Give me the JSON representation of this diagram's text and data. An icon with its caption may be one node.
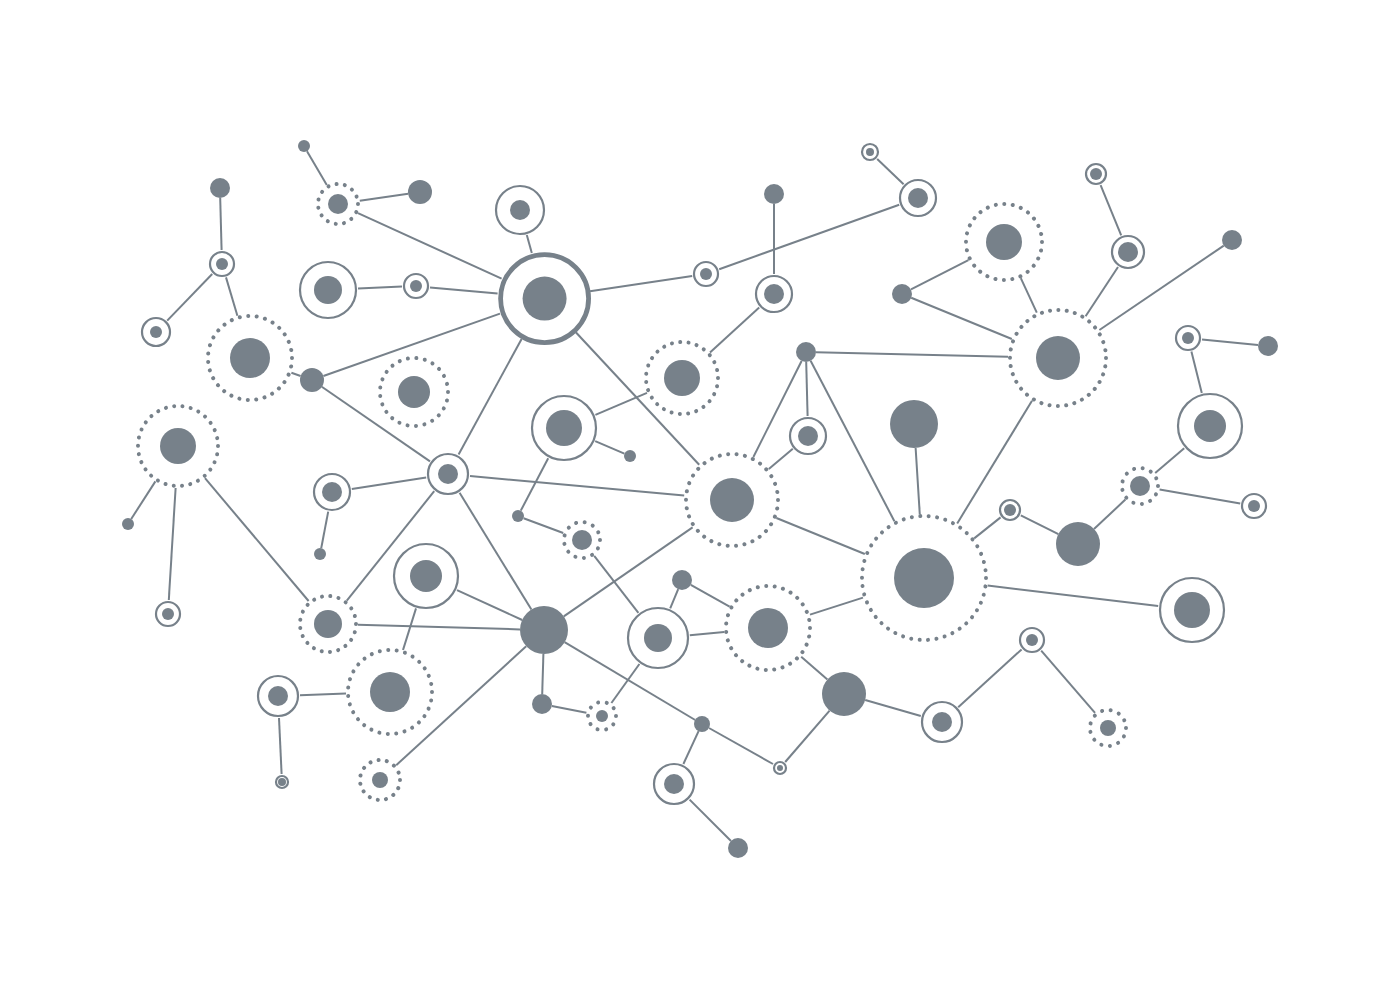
{
  "diagram": {
    "nodes": [
      {
        "text": [],
        "shape": "circle"
      },
      {
        "text": [],
        "shape": "circle"
      },
      {
        "text": [],
        "shape": "circle"
      },
      {
        "text": [],
        "shape": "circle"
      },
      {
        "text": [],
        "shape": "circle"
      },
      {
        "text": [],
        "shape": "circle"
      },
      {
        "text": [],
        "shape": "circle"
      },
      {
        "text": [],
        "shape": "circle"
      },
      {
        "text": [],
        "shape": "circle"
      },
      {
        "text": [],
        "shape": "circle"
      },
      {
        "text": [],
        "shape": "circle"
      },
      {
        "text": [],
        "shape": "circle"
      },
      {
        "text": [],
        "shape": "circle"
      },
      {
        "text": [],
        "shape": "circle"
      },
      {
        "text": [],
        "shape": "circle"
      },
      {
        "text": [],
        "shape": "circle"
      },
      {
        "text": [],
        "shape": "circle"
      },
      {
        "text": [],
        "shape": "circle"
      },
      {
        "text": [],
        "shape": "circle"
      },
      {
        "text": [],
        "shape": "circle"
      },
      {
        "text": [],
        "shape": "circle"
      },
      {
        "text": [],
        "shape": "circle"
      },
      {
        "text": [],
        "shape": "circle"
      },
      {
        "text": [],
        "shape": "circle"
      },
      {
        "text": [],
        "shape": "circle"
      },
      {
        "text": [],
        "shape": "circle"
      },
      {
        "text": [],
        "shape": "circle"
      },
      {
        "text": [],
        "shape": "circle"
      },
      {
        "text": [],
        "shape": "circle"
      },
      {
        "text": [],
        "shape": "circle"
      },
      {
        "text": [],
        "shape": "circle"
      },
      {
        "text": [],
        "shape": "circle"
      },
      {
        "text": [],
        "shape": "circle"
      },
      {
        "text": [],
        "shape": "circle"
      },
      {
        "text": [],
        "shape": "circle"
      },
      {
        "text": [],
        "shape": "circle"
      },
      {
        "text": [],
        "shape": "circle"
      },
      {
        "text": [],
        "shape": "circle"
      },
      {
        "text": [],
        "shape": "circle"
      },
      {
        "text": [],
        "shape": "circle"
      },
      {
        "text": [],
        "shape": "circle"
      },
      {
        "text": [],
        "shape": "circle"
      },
      {
        "text": [],
        "shape": "circle"
      },
      {
        "text": [],
        "shape": "circle"
      },
      {
        "text": [],
        "shape": "circle"
      },
      {
        "text": [],
        "shape": "circle"
      },
      {
        "text": [],
        "shape": "circle"
      },
      {
        "text": [],
        "shape": "circle"
      },
      {
        "text": [],
        "shape": "circle"
      },
      {
        "text": [],
        "shape": "circle"
      },
      {
        "text": [],
        "shape": "circle"
      },
      {
        "text": [],
        "shape": "circle"
      },
      {
        "text": [],
        "shape": "circle"
      },
      {
        "text": [],
        "shape": "circle"
      },
      {
        "text": [],
        "shape": "circle"
      },
      {
        "text": [],
        "shape": "circle"
      },
      {
        "text": [],
        "shape": "circle"
      },
      {
        "text": [],
        "shape": "circle"
      },
      {
        "text": [],
        "shape": "circle"
      },
      {
        "text": [],
        "shape": "circle"
      },
      {
        "text": [],
        "shape": "circle"
      },
      {
        "text": [],
        "shape": "circle"
      },
      {
        "text": [],
        "shape": "circle"
      },
      {
        "text": [],
        "shape": "circle"
      },
      {
        "text": [],
        "shape": "circle"
      },
      {
        "text": [],
        "shape": "circle"
      },
      {
        "text": [],
        "shape": "circle"
      },
      {
        "text": [],
        "shape": "circle"
      }
    ],
    "edges": [
      {
        "from": 0,
        "to": 1,
        "arrow": "none"
      },
      {
        "from": 1,
        "to": 2,
        "arrow": "none"
      },
      {
        "from": 1,
        "to": 11,
        "arrow": "none"
      },
      {
        "from": 3,
        "to": 4,
        "arrow": "none"
      },
      {
        "from": 4,
        "to": 5,
        "arrow": "none"
      },
      {
        "from": 4,
        "to": 6,
        "arrow": "none"
      },
      {
        "from": 6,
        "to": 7,
        "arrow": "none"
      },
      {
        "from": 7,
        "to": 11,
        "arrow": "none"
      },
      {
        "from": 7,
        "to": 18,
        "arrow": "none"
      },
      {
        "from": 8,
        "to": 9,
        "arrow": "none"
      },
      {
        "from": 9,
        "to": 11,
        "arrow": "none"
      },
      {
        "from": 10,
        "to": 11,
        "arrow": "none"
      },
      {
        "from": 11,
        "to": 18,
        "arrow": "none"
      },
      {
        "from": 11,
        "to": 29,
        "arrow": "none"
      },
      {
        "from": 11,
        "to": 22,
        "arrow": "none"
      },
      {
        "from": 22,
        "to": 26,
        "arrow": "none"
      },
      {
        "from": 25,
        "to": 26,
        "arrow": "none"
      },
      {
        "from": 23,
        "to": 24,
        "arrow": "none"
      },
      {
        "from": 24,
        "to": 21,
        "arrow": "none"
      },
      {
        "from": 19,
        "to": 21,
        "arrow": "none"
      },
      {
        "from": 19,
        "to": 20,
        "arrow": "none"
      },
      {
        "from": 19,
        "to": 27,
        "arrow": "none"
      },
      {
        "from": 27,
        "to": 28,
        "arrow": "none"
      },
      {
        "from": 28,
        "to": 58,
        "arrow": "none"
      },
      {
        "from": 13,
        "to": 14,
        "arrow": "none"
      },
      {
        "from": 13,
        "to": 15,
        "arrow": "none"
      },
      {
        "from": 13,
        "to": 49,
        "arrow": "none"
      },
      {
        "from": 16,
        "to": 17,
        "arrow": "none"
      },
      {
        "from": 16,
        "to": 18,
        "arrow": "none"
      },
      {
        "from": 18,
        "to": 29,
        "arrow": "none"
      },
      {
        "from": 18,
        "to": 54,
        "arrow": "none"
      },
      {
        "from": 49,
        "to": 18,
        "arrow": "none"
      },
      {
        "from": 49,
        "to": 54,
        "arrow": "none"
      },
      {
        "from": 48,
        "to": 54,
        "arrow": "none"
      },
      {
        "from": 48,
        "to": 50,
        "arrow": "none"
      },
      {
        "from": 50,
        "to": 51,
        "arrow": "none"
      },
      {
        "from": 51,
        "to": 52,
        "arrow": "none"
      },
      {
        "from": 53,
        "to": 54,
        "arrow": "none"
      },
      {
        "from": 54,
        "to": 29,
        "arrow": "none"
      },
      {
        "from": 54,
        "to": 55,
        "arrow": "none"
      },
      {
        "from": 55,
        "to": 56,
        "arrow": "none"
      },
      {
        "from": 56,
        "to": 58,
        "arrow": "none"
      },
      {
        "from": 54,
        "to": 64,
        "arrow": "none"
      },
      {
        "from": 64,
        "to": 66,
        "arrow": "none"
      },
      {
        "from": 66,
        "to": 67,
        "arrow": "none"
      },
      {
        "from": 57,
        "to": 58,
        "arrow": "none"
      },
      {
        "from": 57,
        "to": 59,
        "arrow": "none"
      },
      {
        "from": 58,
        "to": 59,
        "arrow": "none"
      },
      {
        "from": 59,
        "to": 33,
        "arrow": "none"
      },
      {
        "from": 59,
        "to": 60,
        "arrow": "none"
      },
      {
        "from": 60,
        "to": 65,
        "arrow": "none"
      },
      {
        "from": 64,
        "to": 65,
        "arrow": "none"
      },
      {
        "from": 60,
        "to": 61,
        "arrow": "none"
      },
      {
        "from": 61,
        "to": 62,
        "arrow": "none"
      },
      {
        "from": 62,
        "to": 63,
        "arrow": "none"
      },
      {
        "from": 29,
        "to": 33,
        "arrow": "none"
      },
      {
        "from": 31,
        "to": 29,
        "arrow": "none"
      },
      {
        "from": 31,
        "to": 30,
        "arrow": "none"
      },
      {
        "from": 31,
        "to": 33,
        "arrow": "none"
      },
      {
        "from": 31,
        "to": 36,
        "arrow": "none"
      },
      {
        "from": 32,
        "to": 33,
        "arrow": "none"
      },
      {
        "from": 33,
        "to": 36,
        "arrow": "none"
      },
      {
        "from": 34,
        "to": 35,
        "arrow": "none"
      },
      {
        "from": 35,
        "to": 36,
        "arrow": "none"
      },
      {
        "from": 34,
        "to": 36,
        "arrow": "none"
      },
      {
        "from": 36,
        "to": 38,
        "arrow": "none"
      },
      {
        "from": 37,
        "to": 38,
        "arrow": "none"
      },
      {
        "from": 36,
        "to": 39,
        "arrow": "none"
      },
      {
        "from": 40,
        "to": 41,
        "arrow": "none"
      },
      {
        "from": 40,
        "to": 42,
        "arrow": "none"
      },
      {
        "from": 42,
        "to": 43,
        "arrow": "none"
      },
      {
        "from": 43,
        "to": 44,
        "arrow": "none"
      },
      {
        "from": 43,
        "to": 45,
        "arrow": "none"
      },
      {
        "from": 45,
        "to": 46,
        "arrow": "none"
      },
      {
        "from": 46,
        "to": 33,
        "arrow": "none"
      },
      {
        "from": 33,
        "to": 47,
        "arrow": "none"
      },
      {
        "from": 29,
        "to": 30,
        "arrow": "none"
      }
    ]
  }
}
